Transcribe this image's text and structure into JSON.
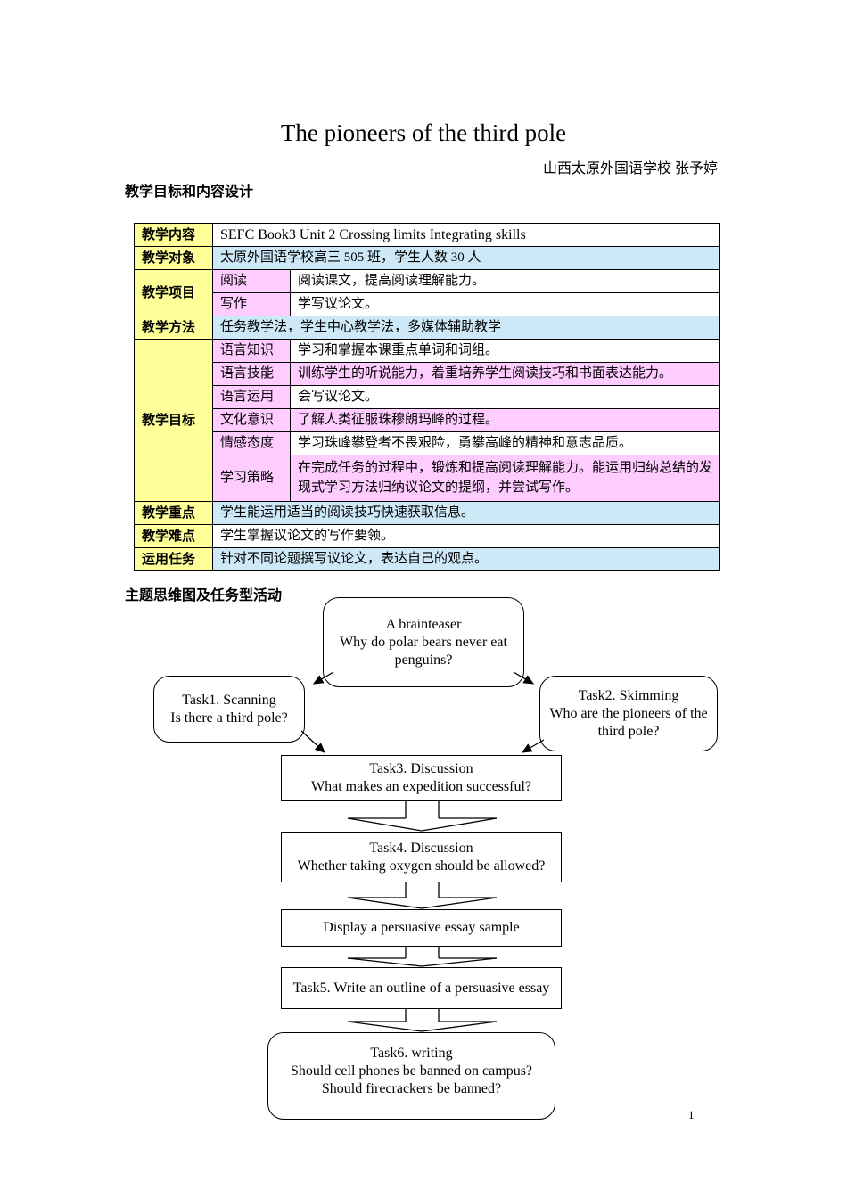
{
  "header": {
    "title": "The pioneers of the third pole",
    "author": "山西太原外国语学校 张予婷",
    "section1": "教学目标和内容设计",
    "section2": "主题思维图及任务型活动"
  },
  "colors": {
    "label_yellow": "#FFFF99",
    "cell_pink": "#FFCCFF",
    "cell_blue": "#CDE8F7",
    "border_black": "#000000"
  },
  "table": {
    "rows": [
      {
        "label": "教学内容",
        "text": "SEFC Book3 Unit 2 Crossing limits Integrating skills"
      },
      {
        "label": "教学对象",
        "text": "太原外国语学校高三 505 班，学生人数 30 人"
      },
      {
        "label": "教学项目",
        "sub": "阅读",
        "text": "阅读课文，提高阅读理解能力。"
      },
      {
        "sub": "写作",
        "text": "学写议论文。"
      },
      {
        "label": "教学方法",
        "text": "任务教学法，学生中心教学法，多媒体辅助教学"
      },
      {
        "label": "教学目标",
        "sub": "语言知识",
        "text": "学习和掌握本课重点单词和词组。"
      },
      {
        "sub": "语言技能",
        "text": "训练学生的听说能力，着重培养学生阅读技巧和书面表达能力。"
      },
      {
        "sub": "语言运用",
        "text": "会写议论文。"
      },
      {
        "sub": "文化意识",
        "text": "了解人类征服珠穆朗玛峰的过程。"
      },
      {
        "sub": "情感态度",
        "text": "学习珠峰攀登者不畏艰险，勇攀高峰的精神和意志品质。"
      },
      {
        "sub": "学习策略",
        "text": "在完成任务的过程中，锻炼和提高阅读理解能力。能运用归纳总结的发现式学习方法归纳议论文的提纲，并尝试写作。"
      },
      {
        "label": "教学重点",
        "text": "学生能运用适当的阅读技巧快速获取信息。"
      },
      {
        "label": "教学难点",
        "text": "学生掌握议论文的写作要领。"
      },
      {
        "label": "运用任务",
        "text": "针对不同论题撰写议论文，表达自己的观点。"
      }
    ]
  },
  "flowchart": {
    "brainteaser": {
      "line1": "A brainteaser",
      "line2": "Why do polar bears never eat penguins?"
    },
    "task1": {
      "line1": "Task1. Scanning",
      "line2": "Is there a third pole?"
    },
    "task2": {
      "line1": "Task2. Skimming",
      "line2": "Who are the pioneers of the third pole?"
    },
    "task3": {
      "line1": "Task3. Discussion",
      "line2": "What makes an expedition successful?"
    },
    "task4": {
      "line1": "Task4. Discussion",
      "line2": "Whether taking oxygen should be allowed?"
    },
    "display_sample": {
      "line1": "Display a persuasive essay sample"
    },
    "task5": {
      "line1": "Task5. Write an outline of a persuasive essay"
    },
    "task6": {
      "line1": "Task6. writing",
      "line2": "Should cell phones be banned on campus?",
      "line3": "Should firecrackers be banned?"
    }
  },
  "footer": {
    "page_number": "1"
  }
}
